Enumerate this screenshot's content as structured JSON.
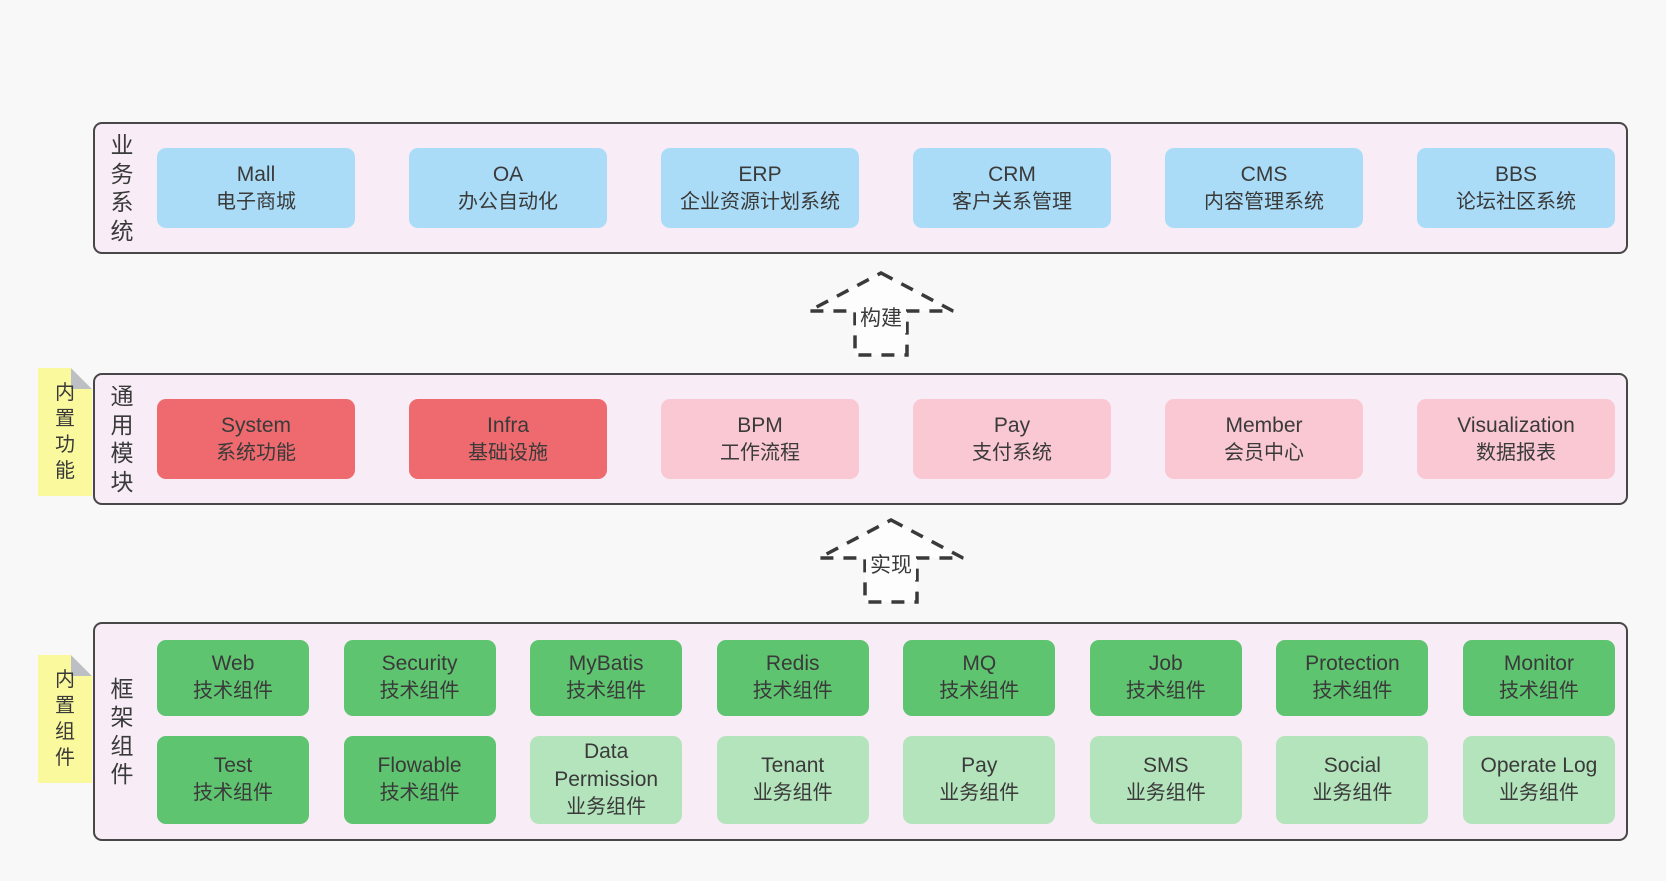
{
  "colors": {
    "page": "#f8f8f8",
    "layer_bg": "#f8edf7",
    "layer_border": "#474747",
    "blue": "#aadcf7",
    "red": "#ee6a6e",
    "pink": "#f9c8d2",
    "green": "#5ec46f",
    "light_green": "#b4e4bc",
    "note_yellow": "#fbf99e",
    "note_fold": "#bcc0c4",
    "text": "#3a3a3a",
    "arrow_fill": "#fdfdfd"
  },
  "arrows": [
    {
      "label": "构建"
    },
    {
      "label": "实现"
    }
  ],
  "layers": [
    {
      "label": "业务系统",
      "rows": [
        [
          {
            "en": "Mall",
            "zh": "电子商城"
          },
          {
            "en": "OA",
            "zh": "办公自动化"
          },
          {
            "en": "ERP",
            "zh": "企业资源计划系统"
          },
          {
            "en": "CRM",
            "zh": "客户关系管理"
          },
          {
            "en": "CMS",
            "zh": "内容管理系统"
          },
          {
            "en": "BBS",
            "zh": "论坛社区系统"
          }
        ]
      ]
    },
    {
      "label": "通用模块",
      "note": "内置功能",
      "rows": [
        [
          {
            "en": "System",
            "zh": "系统功能"
          },
          {
            "en": "Infra",
            "zh": "基础设施"
          },
          {
            "en": "BPM",
            "zh": "工作流程"
          },
          {
            "en": "Pay",
            "zh": "支付系统"
          },
          {
            "en": "Member",
            "zh": "会员中心"
          },
          {
            "en": "Visualization",
            "zh": "数据报表"
          }
        ]
      ]
    },
    {
      "label": "框架组件",
      "note": "内置组件",
      "rows": [
        [
          {
            "en": "Web",
            "zh": "技术组件"
          },
          {
            "en": "Security",
            "zh": "技术组件"
          },
          {
            "en": "MyBatis",
            "zh": "技术组件"
          },
          {
            "en": "Redis",
            "zh": "技术组件"
          },
          {
            "en": "MQ",
            "zh": "技术组件"
          },
          {
            "en": "Job",
            "zh": "技术组件"
          },
          {
            "en": "Protection",
            "zh": "技术组件"
          },
          {
            "en": "Monitor",
            "zh": "技术组件"
          }
        ],
        [
          {
            "en": "Test",
            "zh": "技术组件"
          },
          {
            "en": "Flowable",
            "zh": "技术组件"
          },
          {
            "en": "Data Permission",
            "zh": "业务组件"
          },
          {
            "en": "Tenant",
            "zh": "业务组件"
          },
          {
            "en": "Pay",
            "zh": "业务组件"
          },
          {
            "en": "SMS",
            "zh": "业务组件"
          },
          {
            "en": "Social",
            "zh": "业务组件"
          },
          {
            "en": "Operate Log",
            "zh": "业务组件"
          }
        ]
      ]
    }
  ]
}
